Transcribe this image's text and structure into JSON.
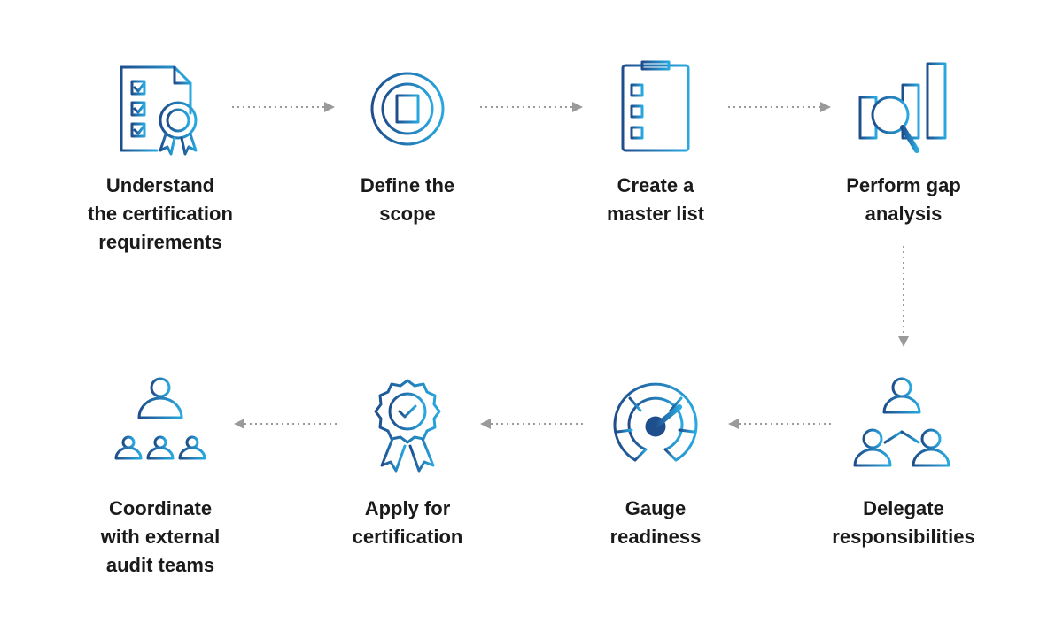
{
  "colors": {
    "icon_dark": "#1f4e8c",
    "icon_light": "#29a8e0",
    "arrow": "#9a9a9a",
    "text": "#1a1a1a"
  },
  "steps": [
    {
      "label": "Understand\nthe  certification\nrequirements",
      "icon": "checklist-certificate-icon"
    },
    {
      "label": "Define the\nscope",
      "icon": "target-document-icon"
    },
    {
      "label": "Create a\nmaster list",
      "icon": "clipboard-list-icon"
    },
    {
      "label": "Perform gap\nanalysis",
      "icon": "bar-chart-magnifier-icon"
    },
    {
      "label": "Delegate\nresponsibilities",
      "icon": "team-delegation-icon"
    },
    {
      "label": "Gauge\nreadiness",
      "icon": "gauge-icon"
    },
    {
      "label": "Apply for\ncertification",
      "icon": "award-badge-icon"
    },
    {
      "label": "Coordinate\nwith external\naudit teams",
      "icon": "org-chart-icon"
    }
  ]
}
